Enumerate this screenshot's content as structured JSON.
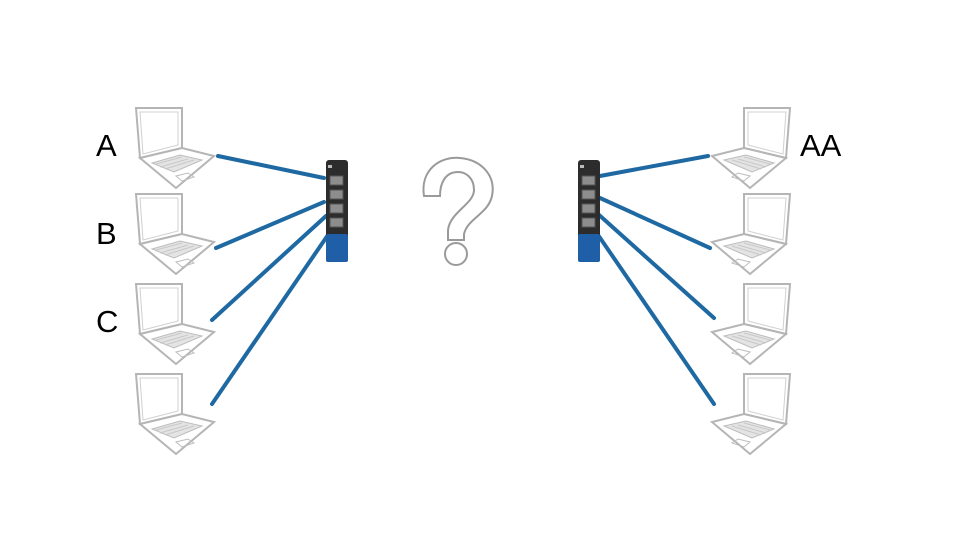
{
  "labels": {
    "left": [
      "A",
      "B",
      "C"
    ],
    "right": [
      "AA"
    ]
  },
  "center_glyph": "?",
  "colors": {
    "cable": "#1f69a3",
    "laptop_outline": "#b5b5b5",
    "switch_body": "#2c2c2c",
    "switch_accent": "#1f5fa8",
    "question_mark_outline": "#9a9a9a"
  },
  "icons": [
    "laptop-icon",
    "network-switch-icon",
    "ethernet-cable",
    "question-mark-icon"
  ]
}
